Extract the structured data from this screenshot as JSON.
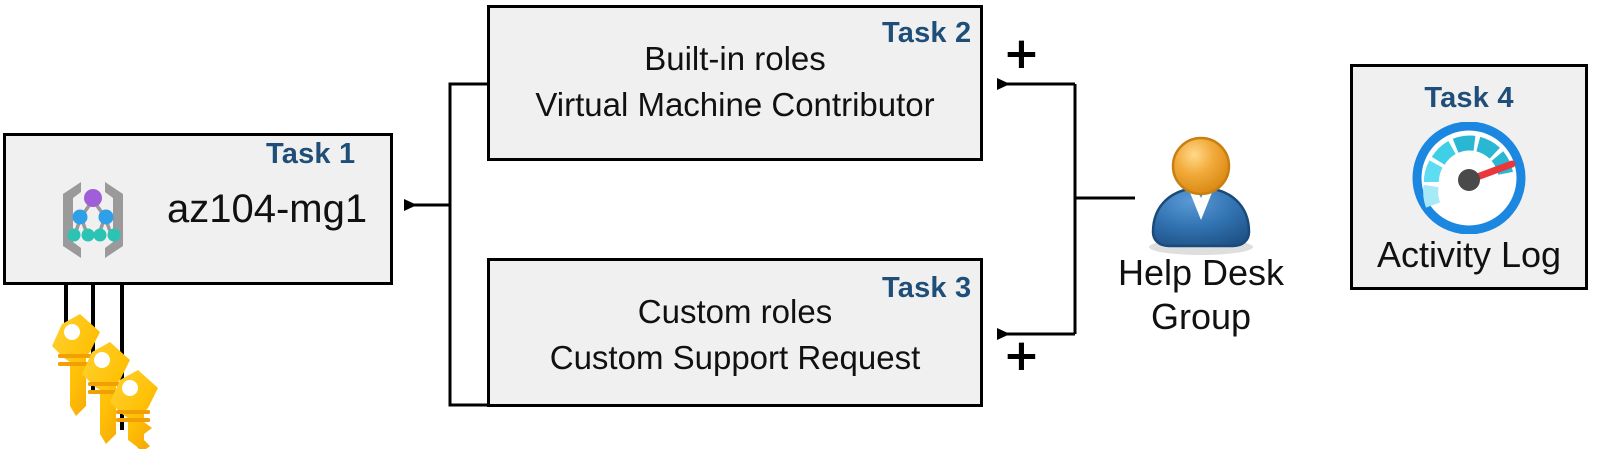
{
  "diagram": {
    "title_present": false,
    "background_color": "#ffffff",
    "box_fill": "#f0f0f0",
    "box_border": "#000000",
    "task_label_color": "#1F4E79",
    "text_color": "#111111"
  },
  "boxes": [
    {
      "id": "task1",
      "task_label": "Task 1",
      "lines": [
        "az104-mg1"
      ],
      "icon": "management-group-icon"
    },
    {
      "id": "task2",
      "task_label": "Task 2",
      "lines": [
        "Built-in roles",
        "Virtual Machine Contributor"
      ],
      "icon": null
    },
    {
      "id": "task3",
      "task_label": "Task 3",
      "lines": [
        "Custom roles",
        "Custom Support Request"
      ],
      "icon": null
    },
    {
      "id": "task4",
      "task_label": "Task 4",
      "lines": [
        "Activity Log"
      ],
      "icon": "activity-log-gauge-icon"
    }
  ],
  "actors": {
    "help_desk": {
      "caption_line1": "Help Desk",
      "caption_line2": "Group",
      "icon": "user-group-icon"
    },
    "keys": {
      "icon": "keys-icon",
      "count": 3,
      "color": "#FFC107"
    }
  },
  "operators": {
    "plus_top": "+",
    "plus_bottom": "+"
  },
  "icon_colors": {
    "mg_bracket": "#9a9a9a",
    "mg_root_node": "#a05fd8",
    "mg_mid_node": "#2f9fe8",
    "mg_leaf_node": "#2bc4b4",
    "gauge_ring": "#1B87E0",
    "gauge_segment_dark": "#2ab7d4",
    "gauge_segment_mid": "#3fd0e8",
    "gauge_segment_light": "#a8e9f7",
    "gauge_needle": "#e8383d",
    "gauge_hub": "#4a4a4a",
    "user_head": "#f0a330",
    "user_body": "#2b6ca8",
    "key_body": "#FFC107",
    "key_dark": "#F5A000"
  }
}
